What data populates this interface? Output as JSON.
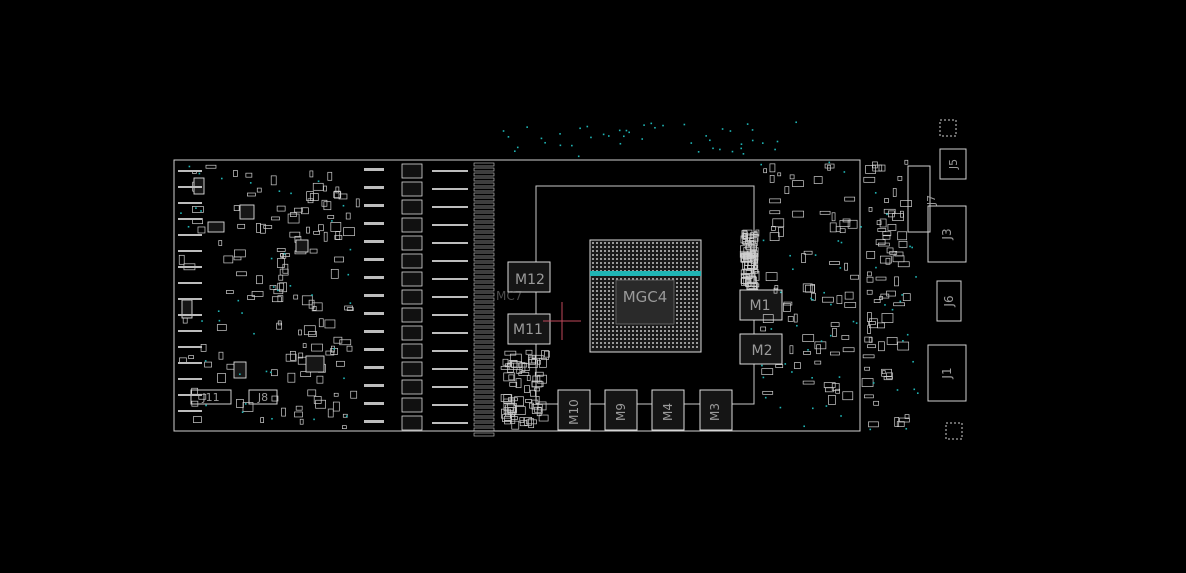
{
  "viewer": {
    "background": "#000000",
    "outline_color": "#d8d8d8",
    "label_color": "#9a9a9a",
    "accent_color": "#1fb5b5",
    "cursor_color": "#c0485a"
  },
  "board": {
    "gpu_label": "MGC4",
    "memory_labels": {
      "m12": "M12",
      "m11": "M11",
      "m1": "M1",
      "m2": "M2",
      "m10": "M10",
      "m9": "M9",
      "m4": "M4",
      "m3": "M3"
    },
    "connector_labels": {
      "j11": "J11",
      "j8": "J8",
      "j5": "J5",
      "j7": "J7",
      "j3": "J3",
      "j6": "J6",
      "j1": "J1"
    },
    "ghost_label": "MC7"
  }
}
